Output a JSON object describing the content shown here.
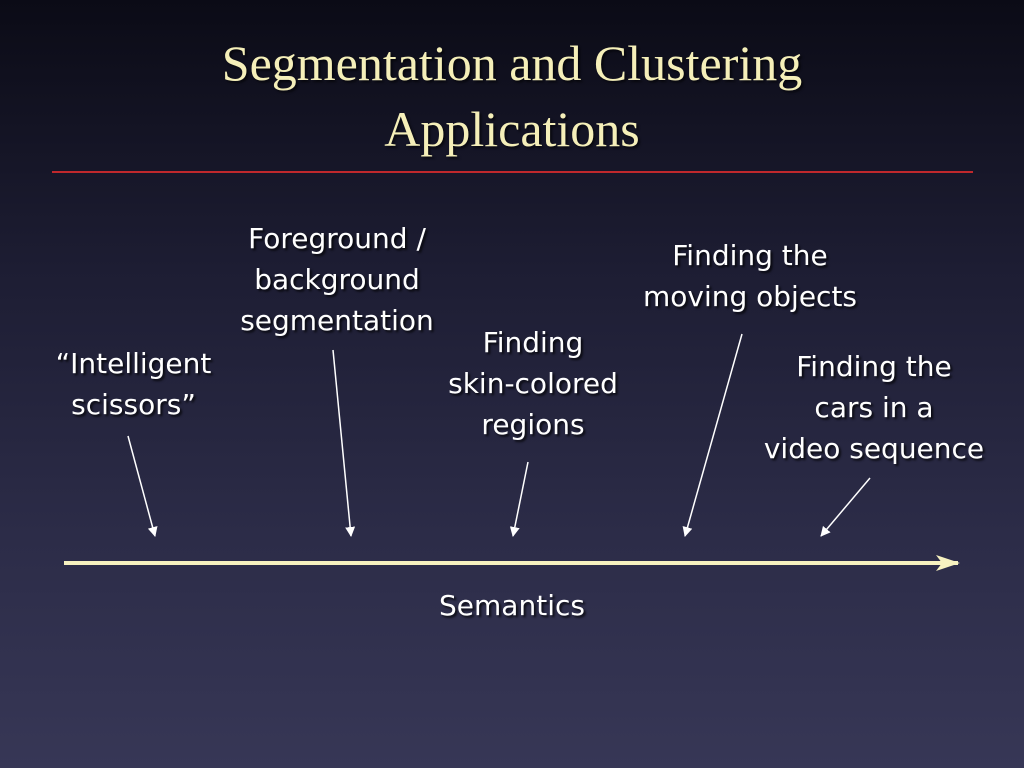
{
  "title": {
    "line1": "Segmentation and Clustering",
    "line2": "Applications"
  },
  "labels": {
    "intelligent_scissors": [
      "“Intelligent",
      "scissors”"
    ],
    "foreground_background": [
      "Foreground /",
      "background",
      "segmentation"
    ],
    "skin_colored": [
      "Finding",
      "skin-colored",
      "regions"
    ],
    "moving_objects": [
      "Finding the",
      "moving objects"
    ],
    "cars_video": [
      "Finding the",
      "cars in a",
      "video sequence"
    ]
  },
  "axis_label": "Semantics",
  "colors": {
    "title": "#f5efb9",
    "rule": "#c0282c",
    "axis": "#f7f2c0",
    "text": "#ffffff"
  }
}
